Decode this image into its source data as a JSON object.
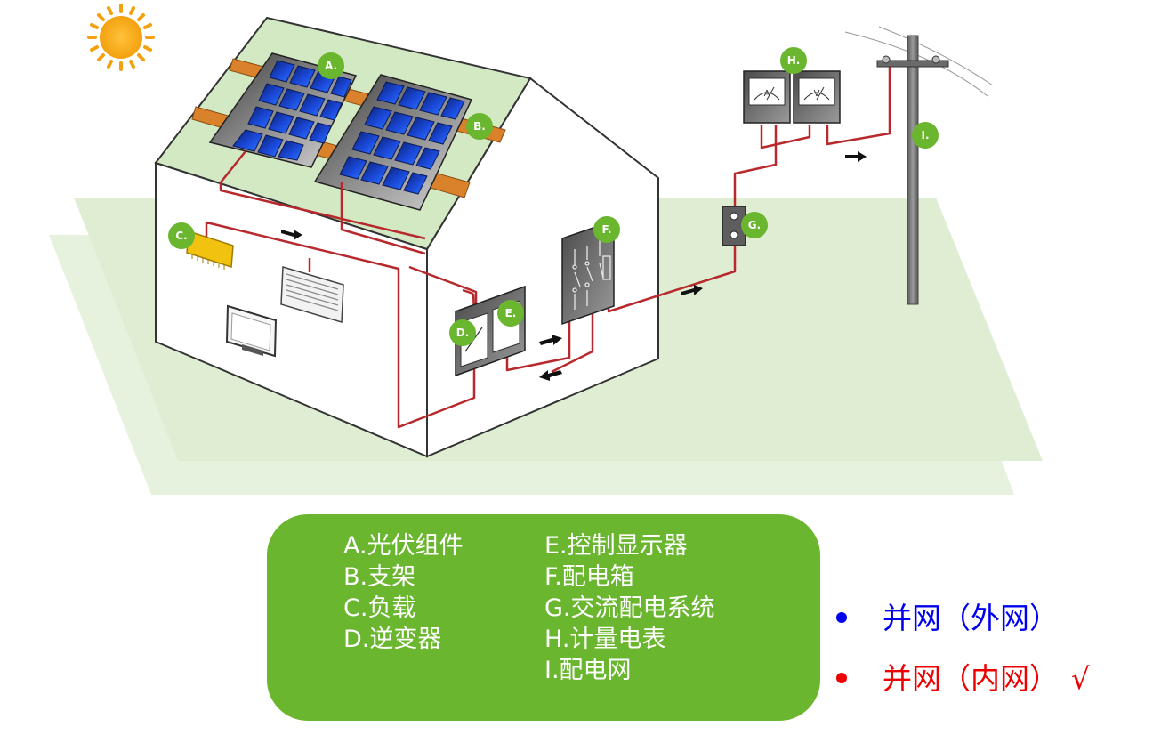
{
  "colors": {
    "ground": "#dfeed3",
    "roof": "#d3e9c3",
    "wire": "#b8292d",
    "label_green": "#6ab62f",
    "legend_bg": "#6ab62f",
    "option_1": "#0000ee",
    "option_2": "#ee0000"
  },
  "icons": {
    "sun": "sun-icon",
    "panel": "solar-panel-icon",
    "load": "load-heater-icon",
    "tv": "tv-icon",
    "pole": "utility-pole-icon",
    "meter_a": "ammeter-icon",
    "meter_v": "voltmeter-icon",
    "arrow": "arrow-icon"
  },
  "labels": {
    "a": "A.",
    "b": "B.",
    "c": "C.",
    "d": "D.",
    "e": "E.",
    "f": "F.",
    "g": "G.",
    "h": "H.",
    "i": "I."
  },
  "meters": {
    "ammeter": "A",
    "voltmeter": "V"
  },
  "legend": {
    "left": [
      "A.光伏组件",
      "B.支架",
      "C.负载",
      "D.逆变器"
    ],
    "right": [
      "E.控制显示器",
      "F.配电箱",
      "G.交流配电系统",
      "H.计量电表",
      "Ⅰ.配电网"
    ]
  },
  "options": [
    {
      "text": "并网（外网）",
      "mark": ""
    },
    {
      "text": "并网（内网）",
      "mark": "√"
    }
  ]
}
